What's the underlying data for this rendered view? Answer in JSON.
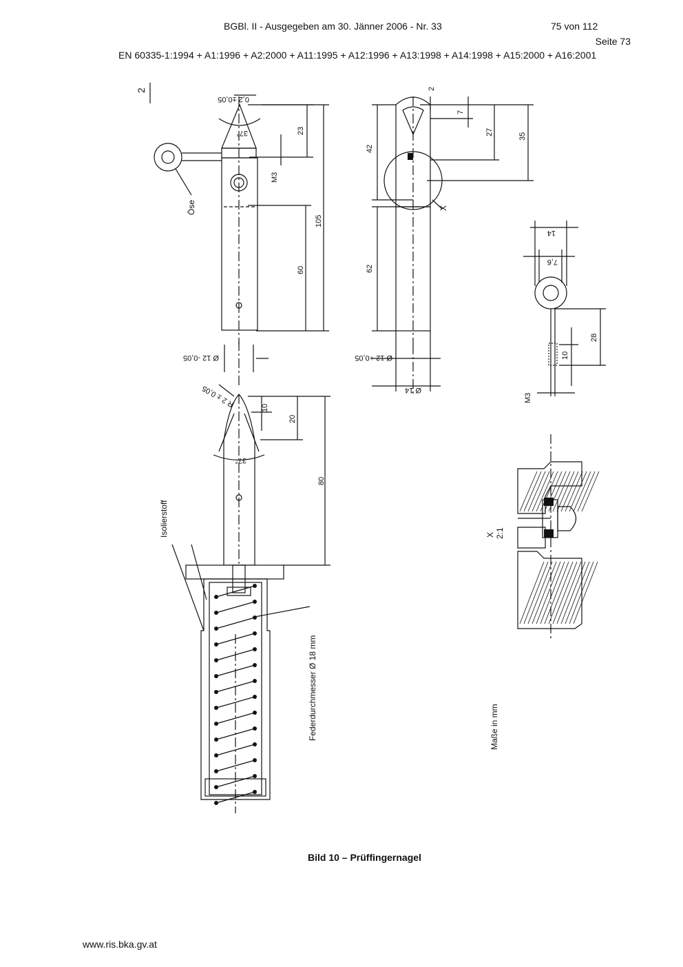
{
  "header": {
    "title": "BGBl. II - Ausgegeben am 30. Jänner 2006 - Nr. 33",
    "pages": "75 von 112",
    "seite": "Seite 73",
    "norm": "EN 60335-1:1994 + A1:1996 + A2:2000 + A11:1995 + A12:1996 + A13:1998 + A14:1998 + A15:2000 + A16:2001"
  },
  "drawing": {
    "sheet_marker": "2",
    "labels": {
      "oese": "Öse",
      "isolierstoff": "Isolierstoff",
      "federdurchmesser": "Federdurchmesser Ø 18 mm",
      "masse": "Maße in mm",
      "detail_x": "X",
      "detail_scale": "2:1",
      "x_mark": "X"
    },
    "dimensions": {
      "tol_02": "0,2 ±0,05",
      "angle_top": "37°",
      "d23": "23",
      "m3_top": "M3",
      "d105": "105",
      "d60": "60",
      "d42": "42",
      "d2": "2",
      "d7": "7",
      "d27": "27",
      "d35": "35",
      "d62": "62",
      "d12_left": "Ø 12 -0,05",
      "d12_right": "Ø 12 +0,05",
      "d14": "Ø 14",
      "r2": "R 2 ± 0,05",
      "d10_tip": "10",
      "d20": "20",
      "angle_bottom": "37°",
      "d80": "80",
      "eye_14": "14",
      "eye_76": "7,6",
      "eye_28": "28",
      "eye_10": "10",
      "eye_m3": "M3"
    }
  },
  "caption": "Bild 10 – Prüffingernagel",
  "footer": "www.ris.bka.gv.at"
}
